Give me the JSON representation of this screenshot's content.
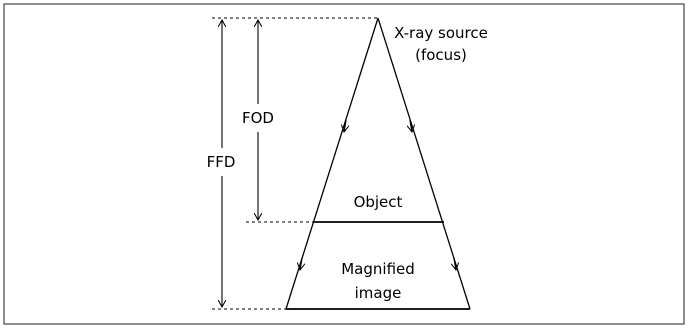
{
  "diagram": {
    "source_label_line1": "X-ray source",
    "source_label_line2": "(focus)",
    "fod_label": "FOD",
    "ffd_label": "FFD",
    "object_label": "Object",
    "image_label_line1": "Magnified",
    "image_label_line2": "image"
  },
  "colors": {
    "stroke": "#000000",
    "frame": "#444444",
    "background": "#ffffff"
  }
}
